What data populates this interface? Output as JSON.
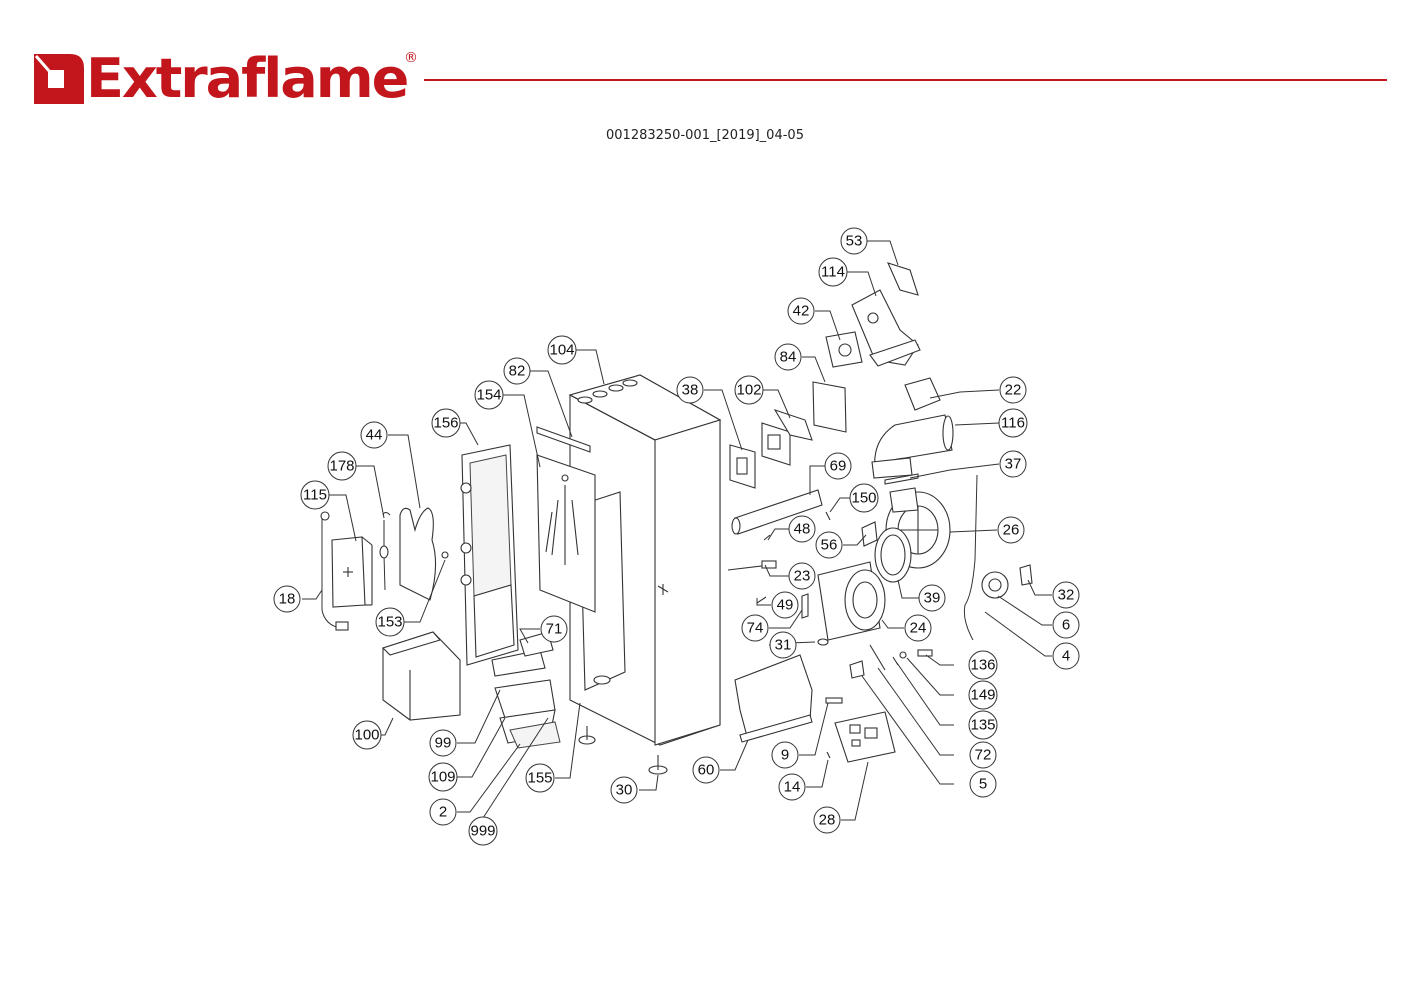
{
  "header": {
    "brand": "Extraflame",
    "registered_mark": "®",
    "brand_color": "#c3161c",
    "document_code": "001283250-001_[2019]_04-05"
  },
  "diagram": {
    "type": "exploded parts view",
    "callouts": [
      {
        "id": "53"
      },
      {
        "id": "114"
      },
      {
        "id": "42"
      },
      {
        "id": "84"
      },
      {
        "id": "104"
      },
      {
        "id": "82"
      },
      {
        "id": "154"
      },
      {
        "id": "38"
      },
      {
        "id": "102"
      },
      {
        "id": "22"
      },
      {
        "id": "116"
      },
      {
        "id": "156"
      },
      {
        "id": "44"
      },
      {
        "id": "37"
      },
      {
        "id": "69"
      },
      {
        "id": "178"
      },
      {
        "id": "115"
      },
      {
        "id": "150"
      },
      {
        "id": "26"
      },
      {
        "id": "48"
      },
      {
        "id": "56"
      },
      {
        "id": "23"
      },
      {
        "id": "18"
      },
      {
        "id": "39"
      },
      {
        "id": "32"
      },
      {
        "id": "49"
      },
      {
        "id": "153"
      },
      {
        "id": "71"
      },
      {
        "id": "74"
      },
      {
        "id": "24"
      },
      {
        "id": "6"
      },
      {
        "id": "31"
      },
      {
        "id": "4"
      },
      {
        "id": "136"
      },
      {
        "id": "100"
      },
      {
        "id": "149"
      },
      {
        "id": "99"
      },
      {
        "id": "135"
      },
      {
        "id": "9"
      },
      {
        "id": "72"
      },
      {
        "id": "60"
      },
      {
        "id": "109"
      },
      {
        "id": "155"
      },
      {
        "id": "5"
      },
      {
        "id": "14"
      },
      {
        "id": "30"
      },
      {
        "id": "2"
      },
      {
        "id": "28"
      },
      {
        "id": "999"
      }
    ]
  }
}
